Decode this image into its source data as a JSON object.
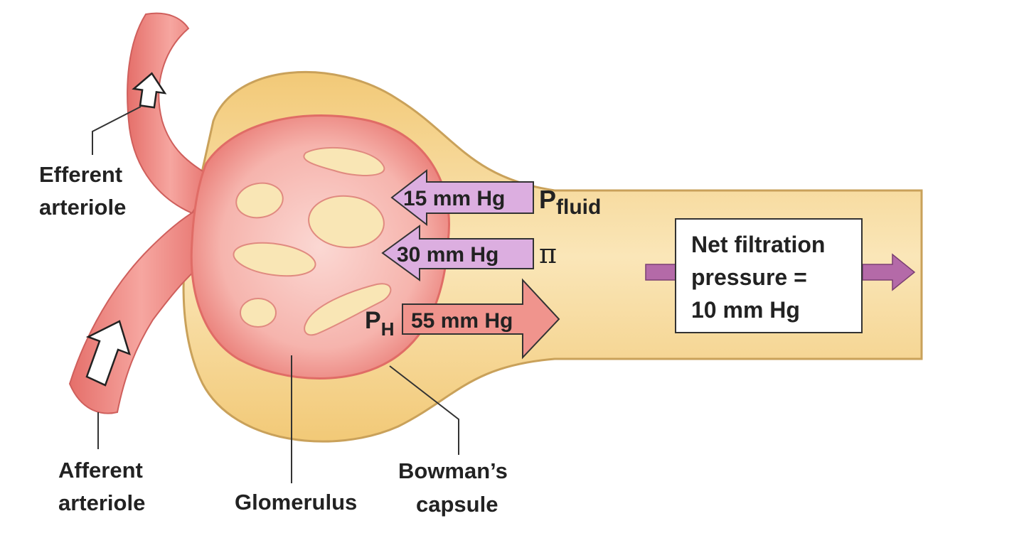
{
  "labels": {
    "efferent_line1": "Efferent",
    "efferent_line2": "arteriole",
    "afferent_line1": "Afferent",
    "afferent_line2": "arteriole",
    "glomerulus": "Glomerulus",
    "bowmans_line1": "Bowman’s",
    "bowmans_line2": "capsule"
  },
  "pressures": {
    "fluid_value": "15 mm Hg",
    "fluid_symbol_main": "P",
    "fluid_symbol_sub": "fluid",
    "oncotic_value": "30 mm Hg",
    "oncotic_symbol": "π",
    "hydrostatic_value": "55 mm Hg",
    "hydrostatic_symbol_main": "P",
    "hydrostatic_symbol_sub": "H"
  },
  "net_filtration": {
    "line1": "Net filtration",
    "line2": "pressure =",
    "line3": "10 mm Hg"
  },
  "colors": {
    "vessel": "#ef8a86",
    "vessel_stroke": "#cf5f5c",
    "capsule": "#f6d79a",
    "capsule_inner": "#f8e3b4",
    "glomerulus": "#f3a8a4",
    "capillary_lumen": "#f9e6b5",
    "inward_arrow": "#d9a6d6",
    "outward_arrow": "#f0948d",
    "flow_arrow": "#b46aa8"
  }
}
